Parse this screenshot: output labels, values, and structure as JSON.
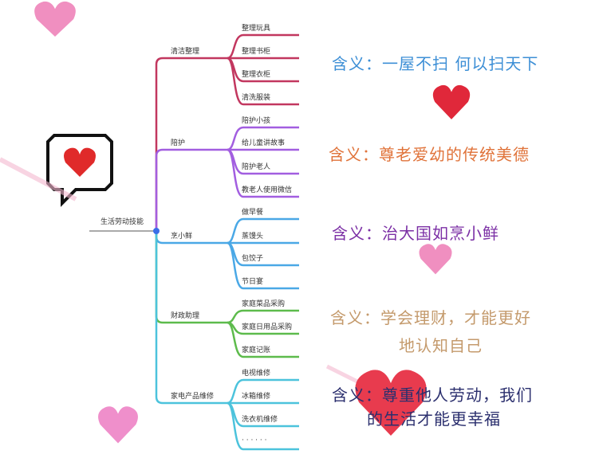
{
  "root": "生活劳动技能",
  "categories": [
    {
      "label": "清洁整理",
      "color": "#c2375f",
      "leaves": [
        "整理玩具",
        "整理书柜",
        "整理衣柜",
        "清洗服装"
      ]
    },
    {
      "label": "陪护",
      "color": "#a25ee0",
      "leaves": [
        "陪护小孩",
        "给儿童讲故事",
        "陪护老人",
        "教老人使用微信"
      ]
    },
    {
      "label": "烹小鲜",
      "color": "#4aa8e6",
      "leaves": [
        "做早餐",
        "蒸馒头",
        "包饺子",
        "节日宴"
      ]
    },
    {
      "label": "财政助理",
      "color": "#5dbb4c",
      "leaves": [
        "家庭菜品采购",
        "家庭日用品采购",
        "家庭记账"
      ]
    },
    {
      "label": "家电产品维修",
      "color": "#4cc3dc",
      "leaves": [
        "电视维修",
        "冰箱维修",
        "洗衣机维修",
        "· · · · · ·"
      ]
    }
  ],
  "meanings": [
    {
      "text": "含义：一屋不扫 何以扫天下",
      "color": "#3d8fd6"
    },
    {
      "text": "含义：尊老爱幼的传统美德",
      "color": "#e0733a"
    },
    {
      "text": "含义：治大国如烹小鲜",
      "color": "#7b2fa5"
    },
    {
      "text": "含义：学会理财，才能更好",
      "text2": "地认知自己",
      "color": "#c49a6c"
    },
    {
      "text": "含义：尊重他人劳动，我们",
      "text2": "的生活才能更幸福",
      "color": "#2b2f6e"
    }
  ]
}
